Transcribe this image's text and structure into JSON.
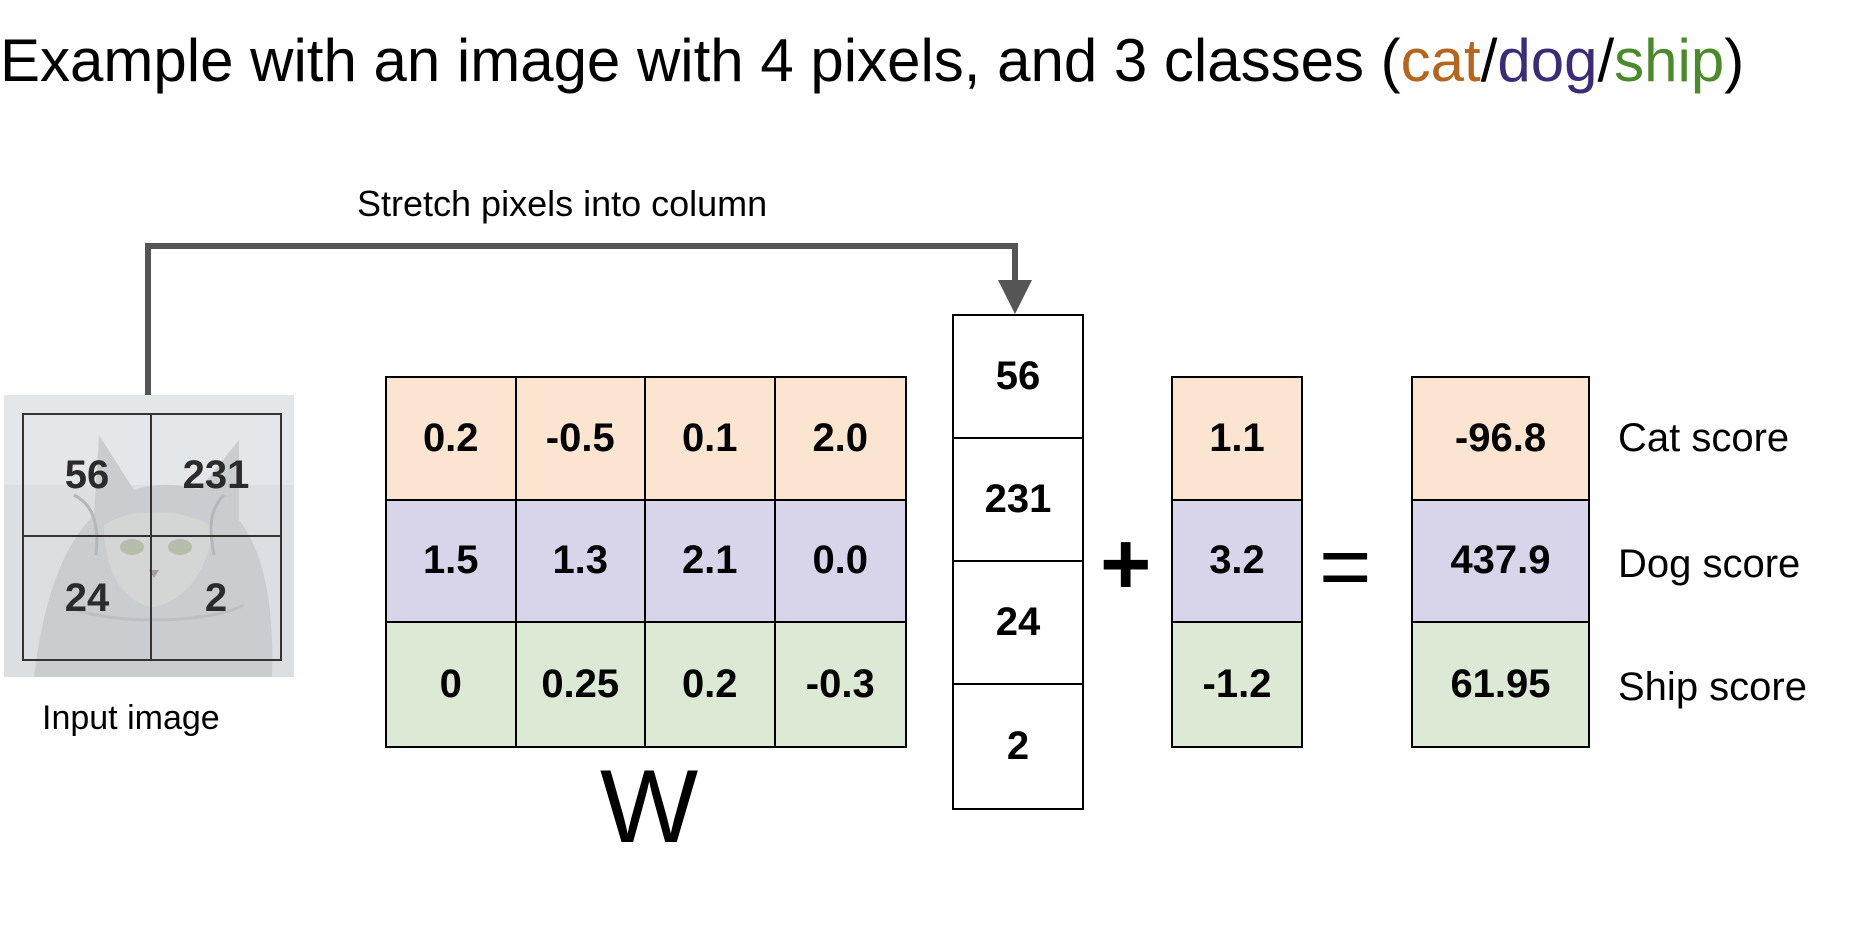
{
  "title": {
    "prefix": "Example with an image with 4 pixels, and 3 classes (",
    "class_cat": "cat",
    "slash1": "/",
    "class_dog": "dog",
    "slash2": "/",
    "class_ship": "ship",
    "suffix": ")"
  },
  "colors": {
    "cat_text": "#b5651d",
    "dog_text": "#3d2b78",
    "ship_text": "#4a8a2a",
    "cat_row": "#fbe5d0",
    "dog_row": "#d8d4ea",
    "ship_row": "#dbe9d5",
    "arrow": "#555555"
  },
  "stretch_label": "Stretch pixels into column",
  "input_image": {
    "label": "Input image",
    "picture": "cat-photo",
    "pixels": [
      "56",
      "231",
      "24",
      "2"
    ]
  },
  "weights": {
    "label": "W",
    "rows": [
      [
        "0.2",
        "-0.5",
        "0.1",
        "2.0"
      ],
      [
        "1.5",
        "1.3",
        "2.1",
        "0.0"
      ],
      [
        "0",
        "0.25",
        "0.2",
        "-0.3"
      ]
    ]
  },
  "pixel_column": [
    "56",
    "231",
    "24",
    "2"
  ],
  "plus": "+",
  "bias": [
    "1.1",
    "3.2",
    "-1.2"
  ],
  "equals": "=",
  "scores": [
    "-96.8",
    "437.9",
    "61.95"
  ],
  "score_labels": [
    "Cat score",
    "Dog score",
    "Ship score"
  ]
}
